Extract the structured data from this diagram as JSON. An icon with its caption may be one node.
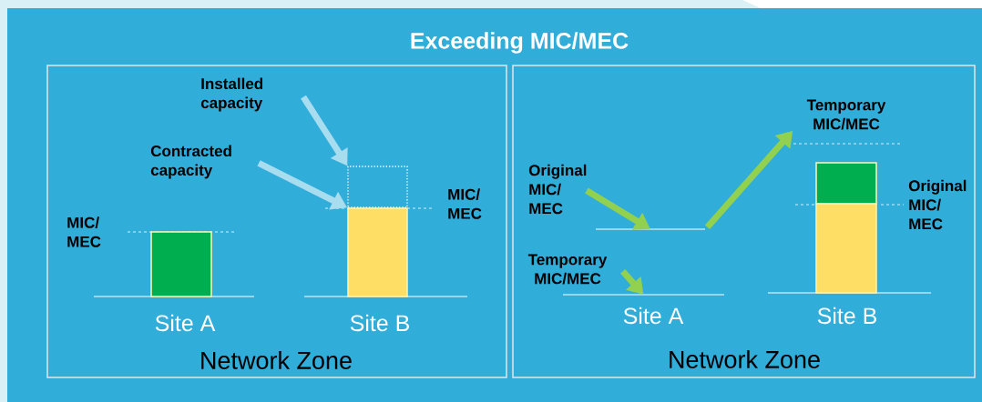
{
  "diagram": {
    "title": "Exceeding MIC/MEC",
    "nodes": [
      {
        "text": [
          "Network Zone"
        ]
      },
      {
        "text": [
          "Network Zone"
        ]
      },
      {
        "text": [
          "Installed capacity"
        ],
        "in": 0
      },
      {
        "text": [
          "Contracted capacity"
        ],
        "in": 0
      },
      {
        "text": [],
        "shape": "box",
        "in": 0
      },
      {
        "text": [],
        "shape": "bar",
        "in": 0
      },
      {
        "text": [],
        "shape": "bar",
        "in": 0
      },
      {
        "text": [
          "Original MIC/ MEC"
        ],
        "in": 1
      },
      {
        "text": [
          "Temporary MIC/MEC"
        ],
        "in": 1
      },
      {
        "text": [],
        "shape": "line",
        "in": 1
      },
      {
        "text": [],
        "shape": "line",
        "in": 1
      },
      {
        "text": [
          "Temporary MIC/MEC"
        ],
        "in": 1
      },
      {
        "text": [],
        "shape": "bar",
        "in": 1
      },
      {
        "text": [],
        "shape": "bar",
        "in": 1
      }
    ],
    "edges": [
      {
        "from": 2,
        "to": 4,
        "arrow": "to",
        "color": "#a8ddf0"
      },
      {
        "from": 3,
        "to": 6,
        "arrow": "to",
        "color": "#a8ddf0"
      },
      {
        "from": 7,
        "to": 9,
        "arrow": "to",
        "color": "#92d050"
      },
      {
        "from": 8,
        "to": 10,
        "arrow": "to",
        "color": "#92d050"
      },
      {
        "from": 9,
        "to": 11,
        "arrow": "to",
        "color": "#92d050"
      }
    ],
    "labels": [
      "MIC/ MEC",
      "MIC/ MEC",
      "Site A",
      "Site B",
      "Original MIC/ MEC",
      "Site A",
      "Site B"
    ]
  }
}
